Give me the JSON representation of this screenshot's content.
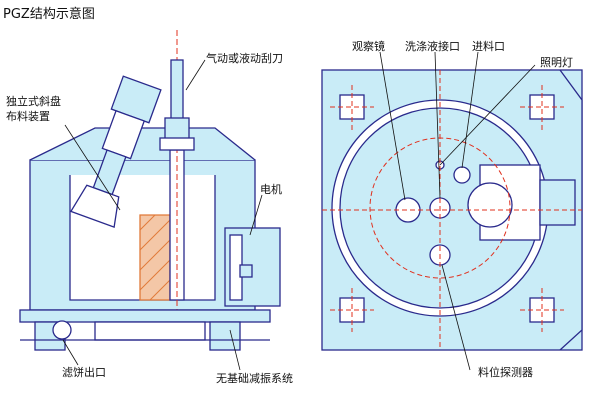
{
  "title": "PGZ结构示意图",
  "labels": {
    "scraper": "气动或液动刮刀",
    "distributor_line1": "独立式斜盘",
    "distributor_line2": "布料装置",
    "motor": "电机",
    "cake_outlet": "滤饼出口",
    "base_damping": "无基础减振系统",
    "sight_glass": "观察镜",
    "wash_inlet": "洗涤液接口",
    "feed_inlet": "进料口",
    "lamp": "照明灯",
    "level_probe": "料位探测器"
  },
  "colors": {
    "line": "#2a2a8c",
    "fill": "#c9ecf7",
    "accent": "#e0301e",
    "hatch": "#e07a3a"
  }
}
